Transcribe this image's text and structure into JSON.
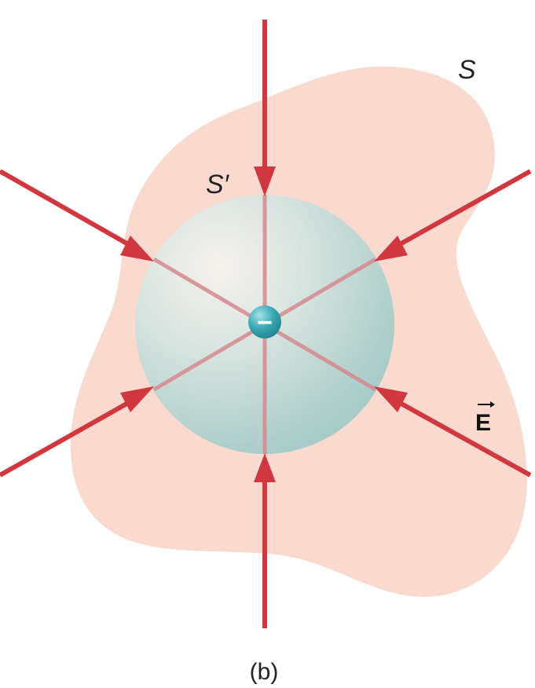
{
  "diagram": {
    "outer_surface_label": "S",
    "inner_surface_label": "S′",
    "field_label": "E",
    "charge_symbol": "−",
    "caption": "(b)",
    "colors": {
      "outer_surface": "#fad9ce",
      "sphere": "#c8dcd9",
      "field_line": "#d1373f",
      "charge": "#3aa9b3"
    },
    "field_line_count": 6,
    "field_direction": "inward"
  }
}
